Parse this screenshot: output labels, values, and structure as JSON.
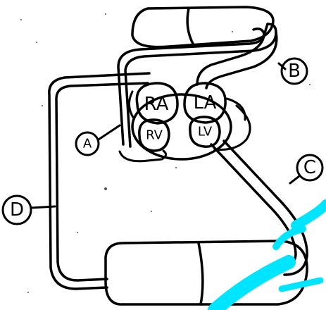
{
  "diagram": {
    "chambers": {
      "right_atrium": "RA",
      "left_atrium": "LA",
      "right_ventricle": "RV",
      "left_ventricle": "LV"
    },
    "callouts": {
      "a": "A",
      "b": "B",
      "c": "C",
      "d": "D"
    },
    "colors": {
      "ink": "#000000",
      "highlight": "#00e5ff",
      "paper": "#ffffff"
    }
  }
}
